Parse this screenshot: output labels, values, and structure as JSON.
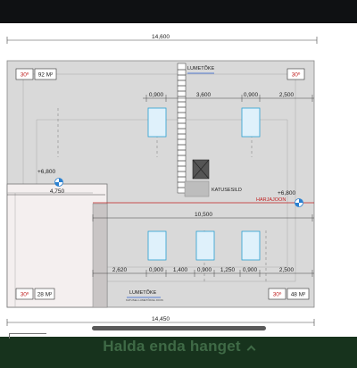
{
  "overall_top_dim": "14,600",
  "overall_bottom_dim": "14,450",
  "tags": {
    "tl_angle": "30º",
    "tl_area": "92 M²",
    "tr_angle": "30º",
    "bl_angle": "30º",
    "bl_area": "28 M²",
    "br_angle": "30º",
    "br_area": "48 M²"
  },
  "lumetoke_top": "LUMETÕKE",
  "lumetoke_bottom": "LUMETÕKE",
  "lumetoke_sub": "KATUSEL LUMETÕKKE JOON",
  "katusesild": "KATUSESILD",
  "harjajoon": "HARJAJOON",
  "elev_left": "+6,800",
  "elev_right": "+6,800",
  "dim_left_4750": "4,750",
  "dim_10500": "10,500",
  "top_dims": {
    "d1": "0,900",
    "d2": "3,600",
    "d3": "0,900",
    "d4": "2,500"
  },
  "bottom_dims": {
    "d1": "2,620",
    "d2": "0,900",
    "d3": "1,400",
    "d4": "0,900",
    "d5": "1,250",
    "d6": "0,900",
    "d7": "2,500"
  },
  "cta_label": "Halda enda hanget",
  "colors": {
    "accent_red": "#c02020",
    "cta_bg": "#17331d",
    "cta_text": "#3f6a46",
    "window_fill": "#dff1fb",
    "roof": "#d9d9d9"
  }
}
